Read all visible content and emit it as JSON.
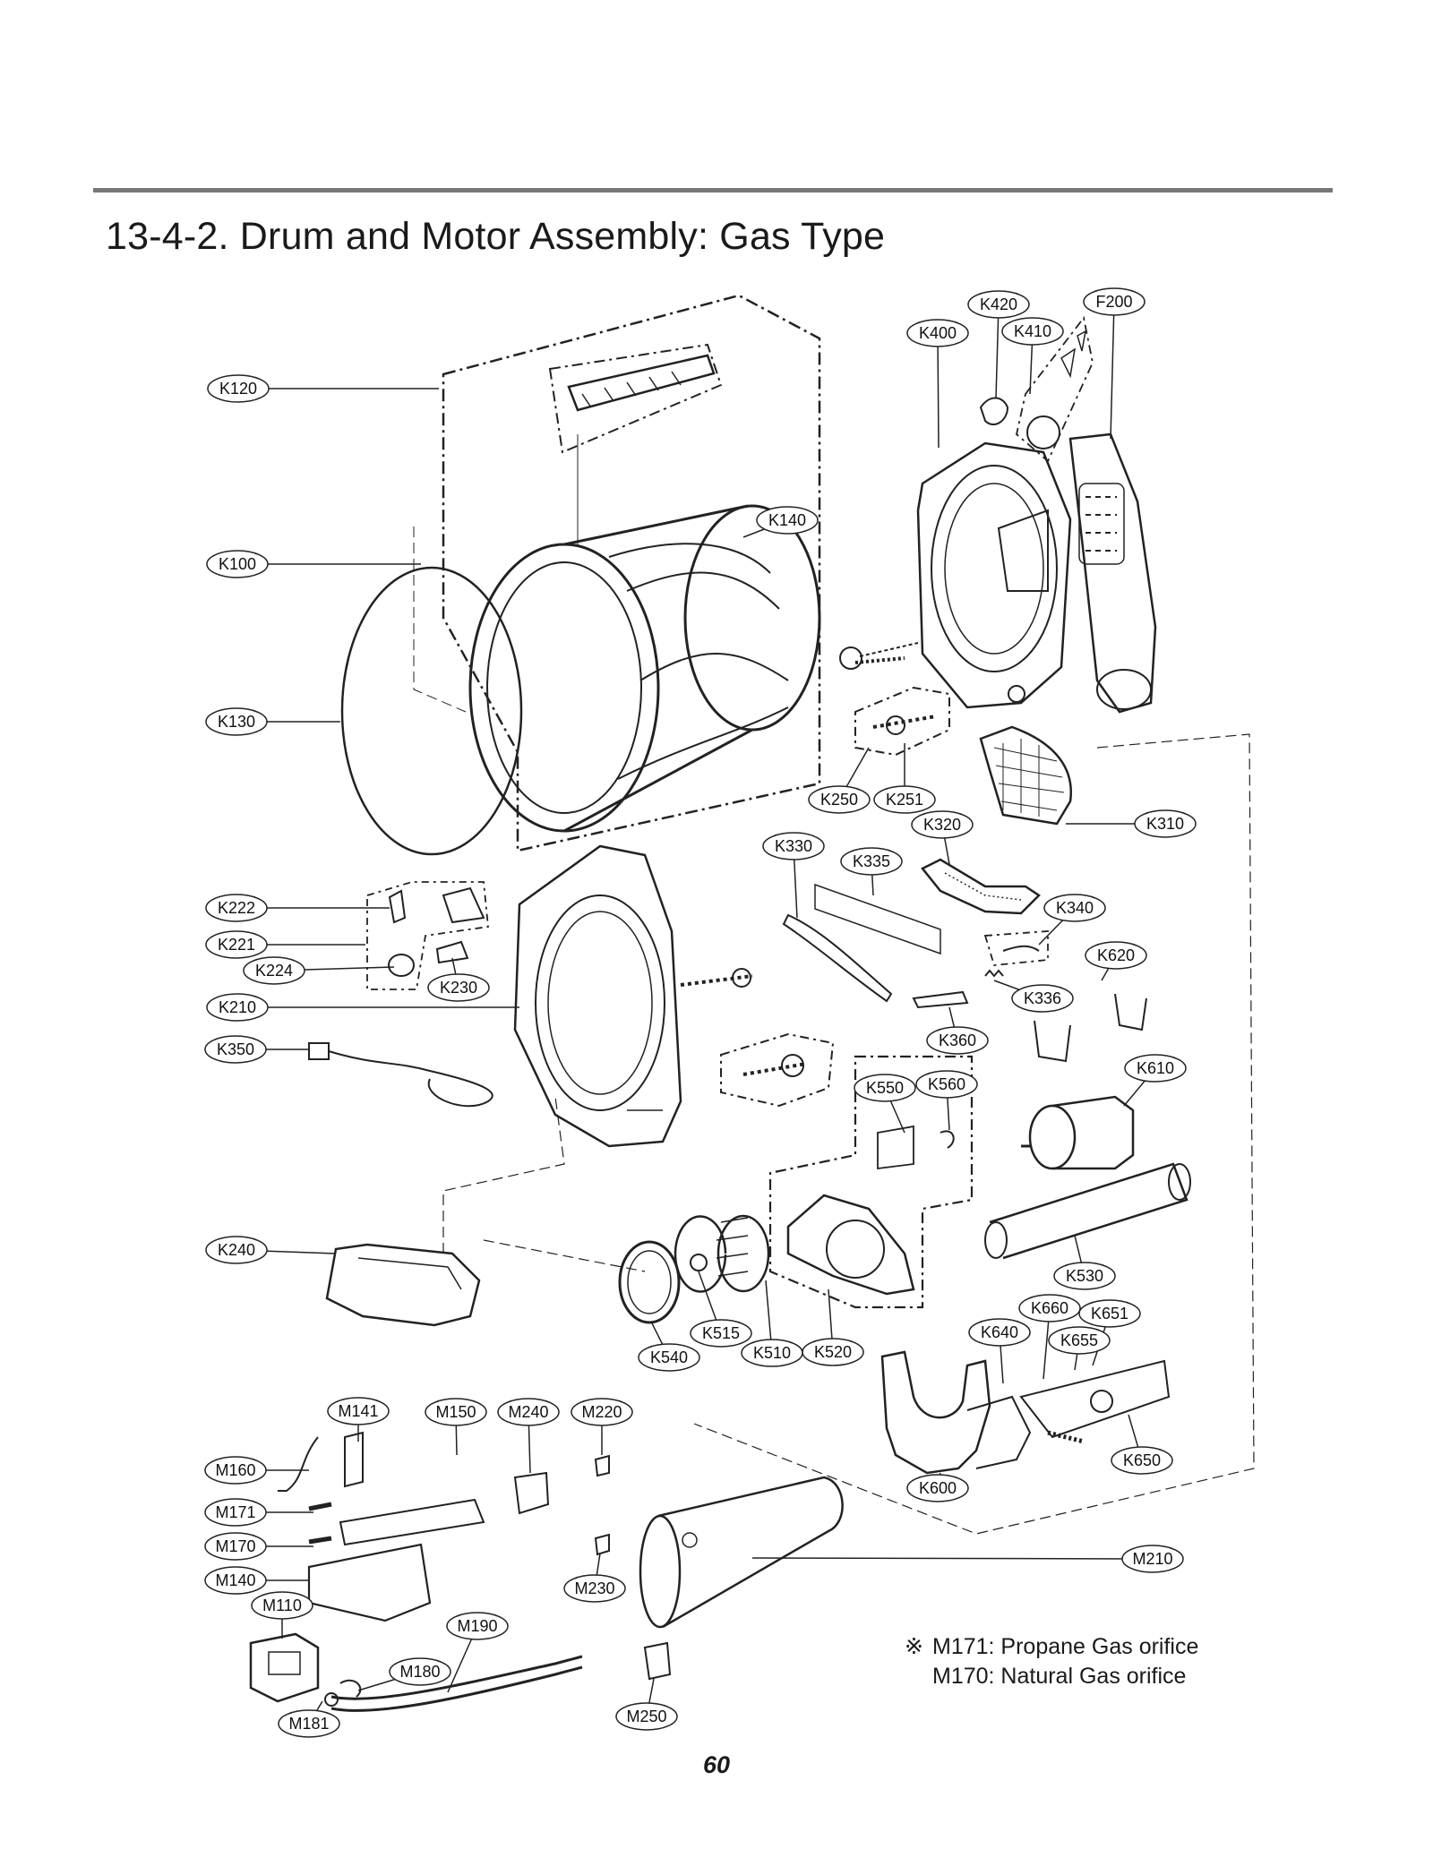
{
  "page": {
    "title": "13-4-2. Drum and Motor Assembly: Gas Type",
    "page_number": "60"
  },
  "notes": [
    {
      "symbol": "※",
      "text": "M171: Propane Gas orifice"
    },
    {
      "symbol": "",
      "text": "M170: Natural Gas orifice"
    }
  ],
  "part_labels": [
    "K120",
    "K100",
    "K130",
    "K140",
    "K400",
    "K420",
    "K410",
    "F200",
    "K250",
    "K251",
    "K310",
    "K320",
    "K330",
    "K335",
    "K340",
    "K620",
    "K222",
    "K221",
    "K224",
    "K230",
    "K210",
    "K350",
    "K336",
    "K360",
    "K610",
    "K550",
    "K560",
    "K240",
    "K530",
    "K660",
    "K651",
    "K640",
    "K655",
    "K515",
    "K510",
    "K520",
    "K540",
    "K600",
    "K650",
    "M141",
    "M150",
    "M240",
    "M220",
    "M160",
    "M171",
    "M170",
    "M140",
    "M110",
    "M190",
    "M180",
    "M181",
    "M230",
    "M210",
    "M250"
  ]
}
